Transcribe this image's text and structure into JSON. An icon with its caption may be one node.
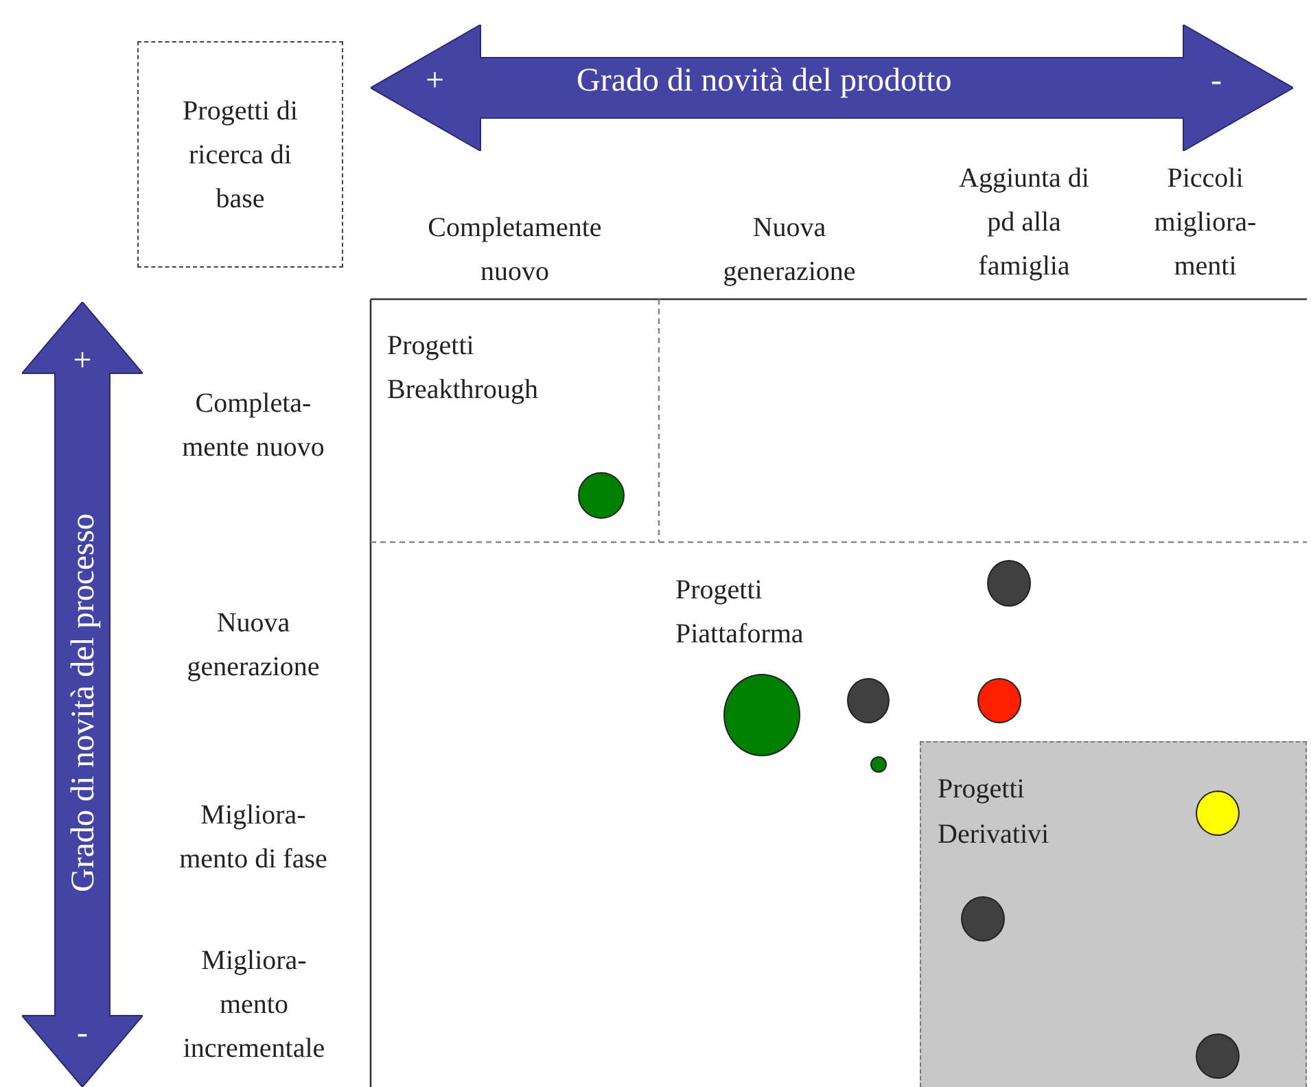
{
  "diagram": {
    "nodes": [
      {
        "text": [
          "+",
          "Grado di novità del prodotto",
          "-"
        ]
      },
      {
        "text": [
          "Progetti di ricerca di base"
        ]
      },
      {
        "text": [
          "+",
          "Grado di novità del processo",
          "-"
        ]
      },
      {
        "text": [],
        "shape": "circle"
      },
      {
        "text": [],
        "shape": "circle"
      },
      {
        "text": [],
        "shape": "circle"
      },
      {
        "text": [],
        "shape": "circle"
      },
      {
        "text": [],
        "shape": "circle"
      },
      {
        "text": [],
        "shape": "circle"
      },
      {
        "text": [
          "Progetti Derivativi"
        ]
      },
      {
        "text": [],
        "shape": "circle",
        "in": 9
      },
      {
        "text": [],
        "shape": "circle",
        "in": 9
      },
      {
        "text": [],
        "shape": "circle",
        "in": 9
      }
    ],
    "edges": [],
    "labels": [
      "Completamente nuovo",
      "Nuova generazione",
      "Aggiunta di pd alla famiglia",
      "Piccoli migliora- menti",
      "Progetti Breakthrough",
      "Completa- mente nuovo",
      "Progetti Piattaforma",
      "Nuova generazione",
      "Migliora- mento di fase",
      "Migliora- mento incrementale"
    ]
  }
}
